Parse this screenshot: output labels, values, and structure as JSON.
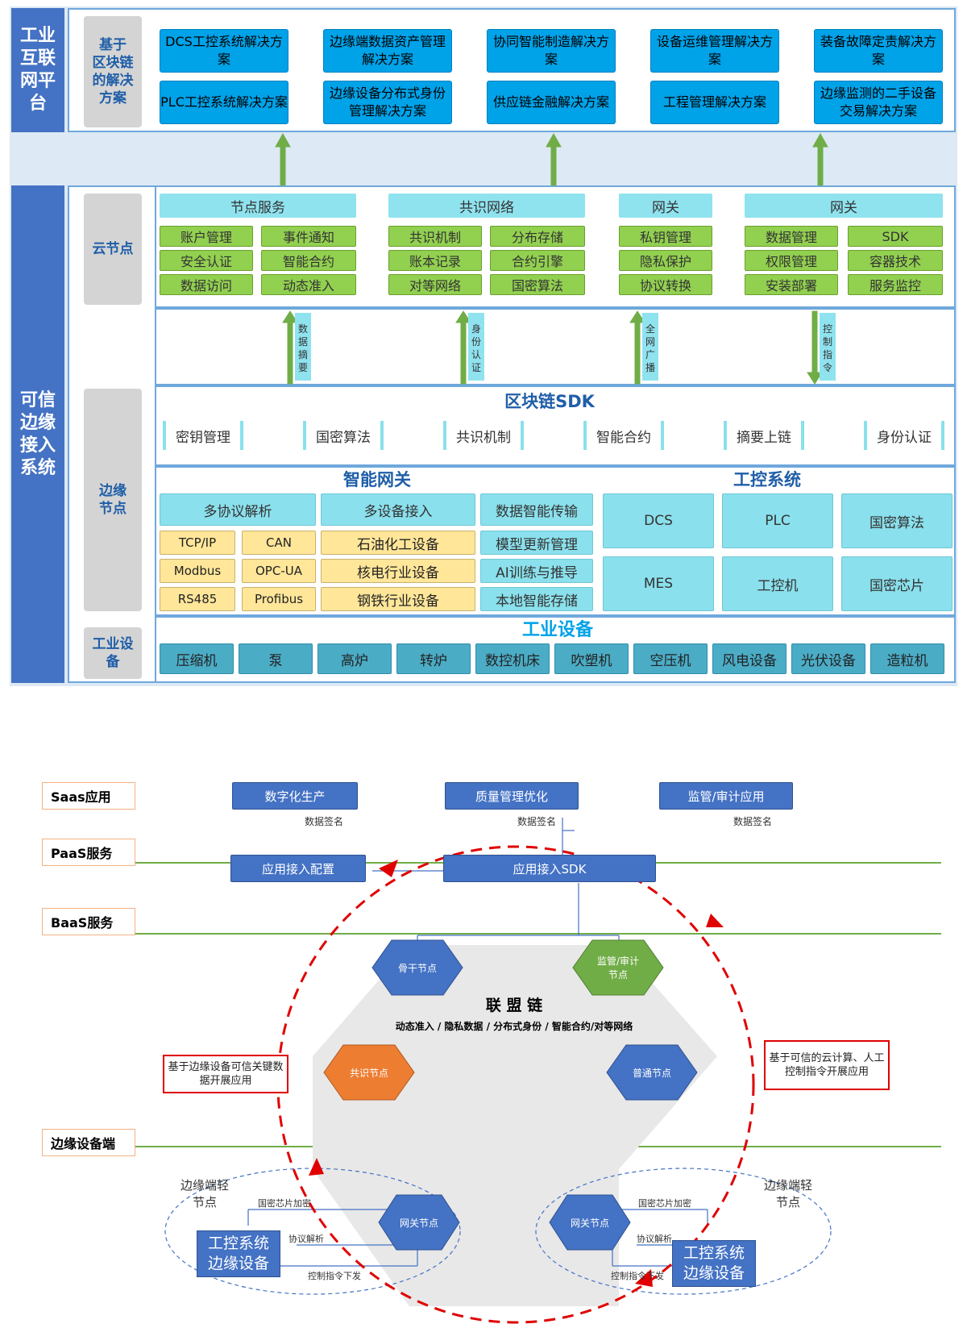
{
  "top": {
    "platform_label": "工业\n互联\n网平\n台",
    "blockchain_label": "基于\n区块链\n的解决\n方案",
    "solutions": [
      "DCS工控系统解决方案",
      "边缘端数据资产管理解决方案",
      "协同智能制造解决方案",
      "设备运维管理解决方案",
      "装备故障定责解决方案",
      "PLC工控系统解决方案",
      "边缘设备分布式身份管理解决方案",
      "供应链金融解决方案",
      "工程管理解决方案",
      "边缘监测的二手设备交易解决方案"
    ],
    "trusted_label": "可信\n边缘\n接入\n系统",
    "cloud_label": "云节点",
    "cloud_headers": [
      "节点服务",
      "共识网络",
      "网关",
      "网关"
    ],
    "cloud_items": [
      "账户管理",
      "事件通知",
      "安全认证",
      "智能合约",
      "数据访问",
      "动态准入",
      "共识机制",
      "分布存储",
      "账本记录",
      "合约引擎",
      "对等网络",
      "国密算法",
      "私钥管理",
      "隐私保护",
      "协议转换",
      "数据管理",
      "SDK",
      "权限管理",
      "容器技术",
      "安装部署",
      "服务监控"
    ],
    "arrow_labels": [
      "数据摘要",
      "身份认证",
      "全网广播",
      "控制指令"
    ],
    "sdk_title": "区块链SDK",
    "sdk_items": [
      "密钥管理",
      "国密算法",
      "共识机制",
      "智能合约",
      "摘要上链",
      "身份认证"
    ],
    "edge_label": "边缘节点",
    "gateway_title": "智能网关",
    "gateway_headers": [
      "多协议解析",
      "多设备接入",
      "数据智能传输"
    ],
    "protocols": [
      "TCP/IP",
      "CAN",
      "Modbus",
      "OPC-UA",
      "RS485",
      "Profibus"
    ],
    "industries": [
      "石油化工设备",
      "核电行业设备",
      "钢铁行业设备"
    ],
    "smart_items": [
      "模型更新管理",
      "AI训练与推导",
      "本地智能存储"
    ],
    "control_title": "工控系统",
    "control_items": [
      "DCS",
      "PLC",
      "国密算法",
      "MES",
      "工控机",
      "国密芯片"
    ],
    "device_title": "工业设备",
    "device_label": "工业设\n备",
    "devices": [
      "压缩机",
      "泵",
      "高炉",
      "转炉",
      "数控机床",
      "吹塑机",
      "空压机",
      "风电设备",
      "光伏设备",
      "造粒机"
    ]
  },
  "bottom": {
    "layers": [
      "Saas应用",
      "PaaS服务",
      "BaaS服务",
      "边缘设备端"
    ],
    "saas_apps": [
      "数字化生产",
      "质量管理优化",
      "监管/审计应用"
    ],
    "signature": "数据签名",
    "paas_items": [
      "应用接入配置",
      "应用接入SDK"
    ],
    "nodes": [
      "骨干节点",
      "监管/审计节点",
      "共识节点",
      "普通节点",
      "网关节点",
      "网关节点"
    ],
    "alliance_title": "联 盟 链",
    "alliance_subtitle": "动态准入 / 隐私数据 / 分布式身份 / 智能合约/对等网络",
    "left_note": "基于边缘设备可信关键数据开展应用",
    "right_note": "基于可信的云计算、人工控制指令开展应用",
    "light_node": "边缘端轻节点",
    "edge_device": "工控系统\n边缘设备",
    "flows": [
      "国密芯片加密",
      "协议解析",
      "控制指令下发"
    ]
  },
  "colors": {
    "blue": "#4472c4",
    "green": "#70ad47",
    "orange": "#ed7d31",
    "red": "#e00000",
    "cyan": "#8fe3ef"
  }
}
